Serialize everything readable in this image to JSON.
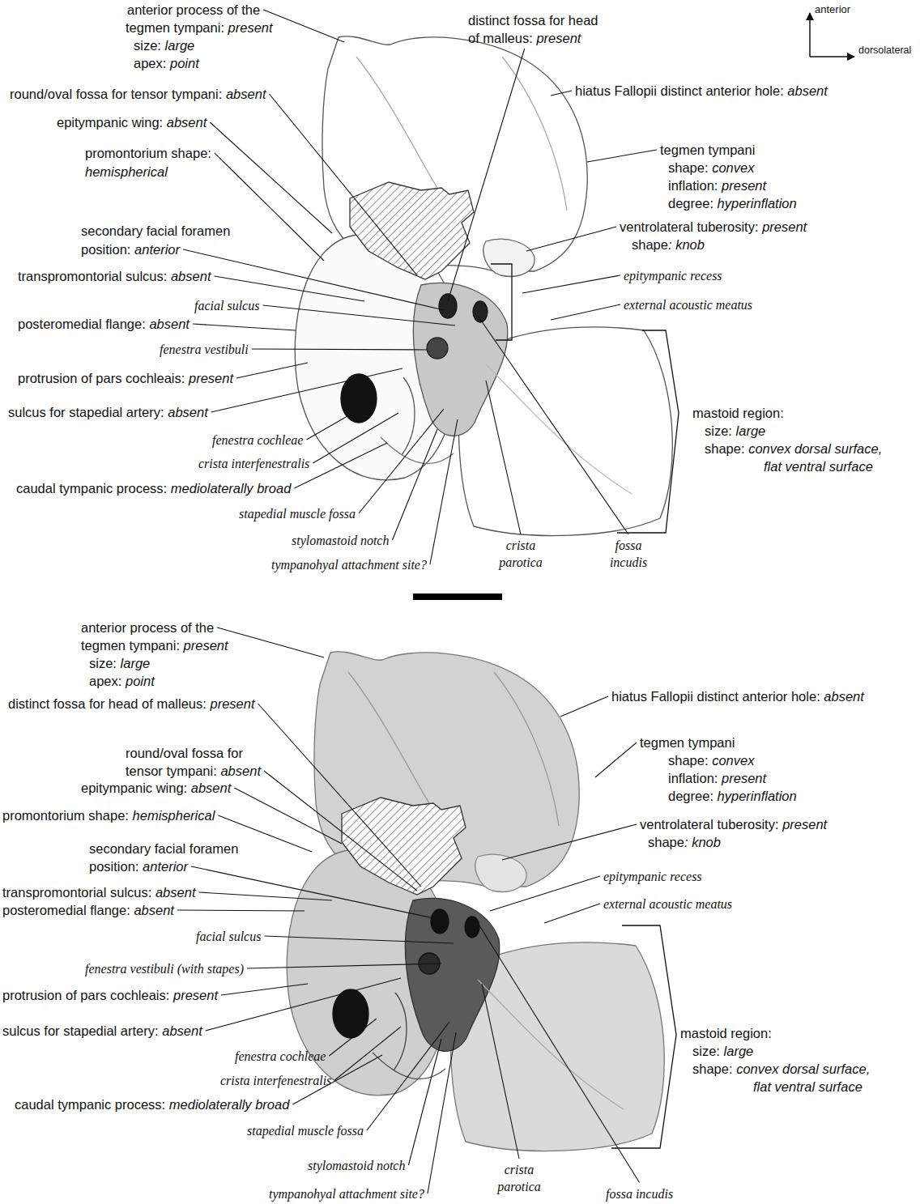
{
  "diagram": {
    "labels": [
      "anterior process of the",
      "tegmen tympani:",
      "present",
      "size:",
      "large",
      "apex:",
      "point",
      "distinct fossa for head",
      "of malleus:",
      "present",
      "hiatus Fallopii distinct anterior hole:",
      "absent",
      "round/oval fossa for tensor tympani:",
      "absent",
      "epitympanic wing:",
      "absent",
      "promontorium shape:",
      "hemispherical",
      "secondary facial foramen",
      "position:",
      "anterior",
      "transpromontorial sulcus:",
      "absent",
      "facial sulcus",
      "posteromedial flange:",
      "absent",
      "fenestra vestibuli",
      "protrusion of pars cochleais:",
      "present",
      "sulcus for stapedial artery:",
      "absent",
      "fenestra cochleae",
      "crista interfenestralis",
      "caudal tympanic process:",
      "mediolaterally broad",
      "stapedial muscle fossa",
      "stylomastoid notch",
      "tympanohyal attachment site?",
      "crista parotica",
      "fossa incudis",
      "epitympanic recess",
      "external acoustic meatus",
      "ventrolateral tuberosity:",
      "present",
      "shape",
      ": knob",
      "tegmen tympani",
      "shape:",
      "convex",
      "inflation:",
      "present",
      "degree:",
      "hyperinflation",
      "mastoid region:",
      "size:",
      "large",
      "shape:",
      "convex dorsal surface,",
      "flat ventral surface",
      "anterior",
      "dorsolateral",
      "anterior process of the",
      "tegmen tympani:",
      "present",
      "size:",
      "large",
      "apex:",
      "point",
      "distinct fossa for head of malleus:",
      "present",
      "round/oval fossa for",
      "tensor tympani:",
      "absent",
      "epitympanic wing:",
      "absent",
      "promontorium shape:",
      "hemispherical",
      "secondary facial foramen",
      "position:",
      "anterior",
      "transpromontorial sulcus:",
      "absent",
      "posteromedial flange:",
      "absent",
      "facial sulcus",
      "fenestra vestibuli (with stapes)",
      "protrusion of pars cochleais:",
      "present",
      "sulcus for stapedial artery:",
      "absent",
      "fenestra cochleae",
      "crista interfenestralis",
      "caudal tympanic process:",
      "mediolaterally broad",
      "stapedial muscle fossa",
      "stylomastoid notch",
      "tympanohyal attachment site?",
      "crista parotica",
      "fossa incudis",
      "epitympanic recess",
      "external acoustic meatus",
      "ventrolateral tuberosity:",
      "present",
      "shape",
      ": knob",
      "tegmen tympani",
      "shape:",
      "convex",
      "inflation:",
      "present",
      "degree:",
      "hyperinflation",
      "hiatus Fallopii distinct anterior hole:",
      "absent",
      "mastoid region:",
      "size:",
      "large",
      "shape:",
      "convex dorsal surface,",
      "flat ventral surface"
    ]
  }
}
